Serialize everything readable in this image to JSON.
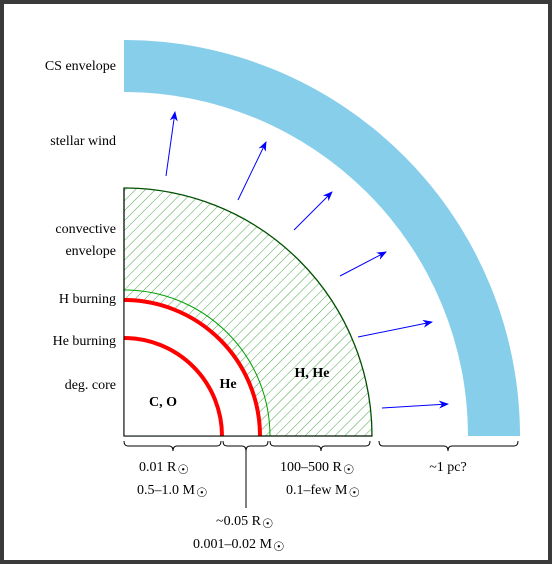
{
  "colors": {
    "envelope": "#87ceeb",
    "wind": "#0000ff",
    "shell": "#ff0000",
    "hatch": "#008000",
    "outline": "#005000",
    "background_frame": "#3a3a3a"
  },
  "labels": {
    "cs_envelope": "CS envelope",
    "stellar_wind": "stellar wind",
    "convective_line1": "convective",
    "convective_line2": "envelope",
    "h_burning": "H burning",
    "he_burning": "He burning",
    "deg_core": "deg. core"
  },
  "regions": {
    "core": "C, O",
    "he_layer": "He",
    "envelope": "H, He"
  },
  "scale": {
    "core_radius": "0.01 R",
    "core_mass": "0.5–1.0 M",
    "shell_radius": "~0.05  R",
    "shell_mass": "0.001–0.02 M",
    "env_radius": "100–500 R",
    "env_mass": "0.1–few M",
    "cs_size": "~1 pc?"
  },
  "icons": {
    "sun_symbol": "solar-symbol"
  }
}
